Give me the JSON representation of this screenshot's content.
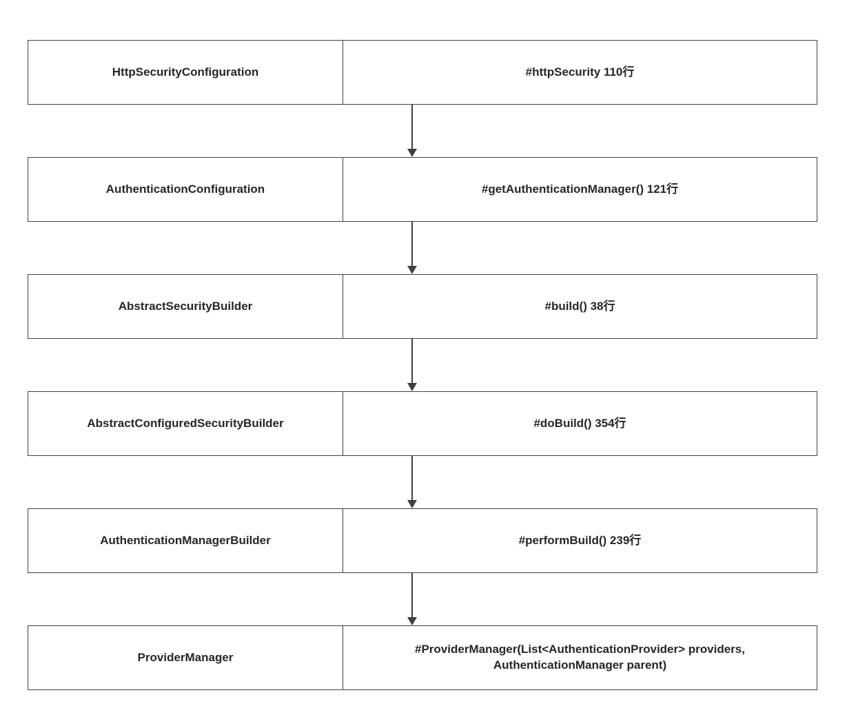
{
  "diagram": {
    "title": "Spring Security AuthenticationManager build call flow",
    "colors": {
      "border": "#3f3f3f",
      "text": "#262626",
      "background": "#ffffff"
    },
    "rows": [
      {
        "class_name": "HttpSecurityConfiguration",
        "method": "#httpSecurity 110行"
      },
      {
        "class_name": "AuthenticationConfiguration",
        "method": "#getAuthenticationManager() 121行"
      },
      {
        "class_name": "AbstractSecurityBuilder",
        "method": "#build() 38行"
      },
      {
        "class_name": "AbstractConfiguredSecurityBuilder",
        "method": "#doBuild() 354行"
      },
      {
        "class_name": "AuthenticationManagerBuilder",
        "method": "#performBuild() 239行"
      },
      {
        "class_name": "ProviderManager",
        "method": "#ProviderManager(List<AuthenticationProvider> providers, AuthenticationManager parent)"
      }
    ]
  }
}
